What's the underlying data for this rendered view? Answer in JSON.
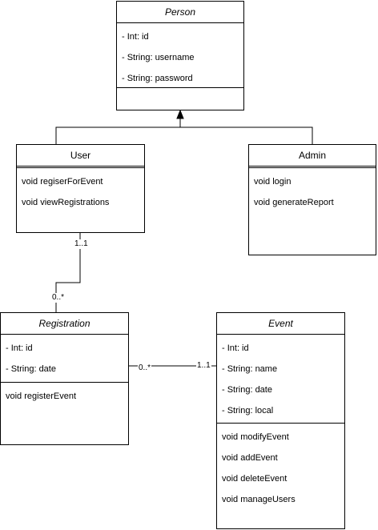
{
  "classes": {
    "person": {
      "name": "Person",
      "attributes": [
        "- Int: id",
        "- String: username",
        "- String: password"
      ],
      "operations": []
    },
    "user": {
      "name": "User",
      "attributes": [],
      "operations": [
        "void regiserForEvent",
        "void viewRegistrations"
      ]
    },
    "admin": {
      "name": "Admin",
      "attributes": [],
      "operations": [
        "void login",
        "void generateReport"
      ]
    },
    "registration": {
      "name": "Registration",
      "attributes": [
        "- Int: id",
        "- String: date"
      ],
      "operations": [
        "void registerEvent"
      ]
    },
    "event": {
      "name": "Event",
      "attributes": [
        "- Int: id",
        "- String: name",
        "- String: date",
        "- String: local"
      ],
      "operations": [
        "void modifyEvent",
        "void addEvent",
        "void deleteEvent",
        "void manageUsers"
      ]
    }
  },
  "associations": {
    "user_registration": {
      "user_end": "1..1",
      "registration_end": "0..*"
    },
    "registration_event": {
      "registration_end": "0..*",
      "event_end": "1..1"
    }
  }
}
